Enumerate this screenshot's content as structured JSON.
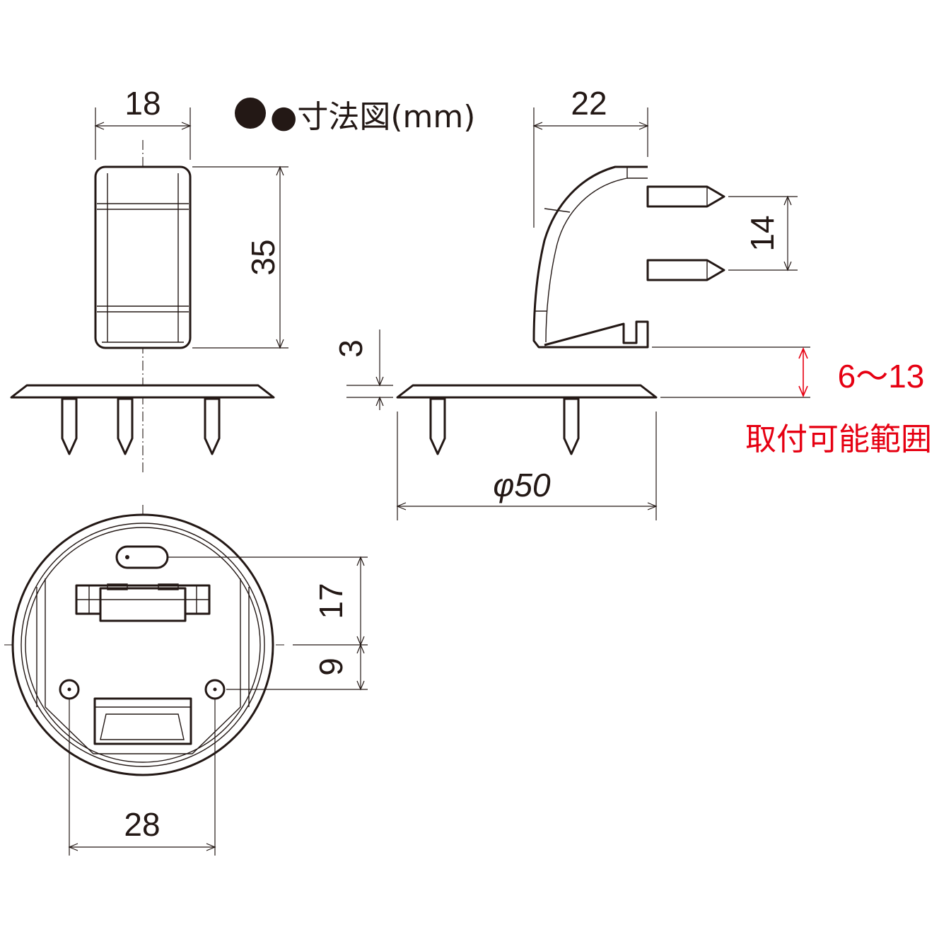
{
  "title": "●寸法図(mm)",
  "dimensions": {
    "top_width": "18",
    "top_height": "35",
    "side_width": "22",
    "pin_spacing": "14",
    "plate_thickness": "3",
    "mount_range_value": "6〜13",
    "mount_range_label": "取付可能範囲",
    "plate_diameter": "φ50",
    "bottom_upper": "17",
    "bottom_lower": "9",
    "bottom_width": "28"
  },
  "colors": {
    "line": "#231815",
    "accent": "#e60012"
  }
}
